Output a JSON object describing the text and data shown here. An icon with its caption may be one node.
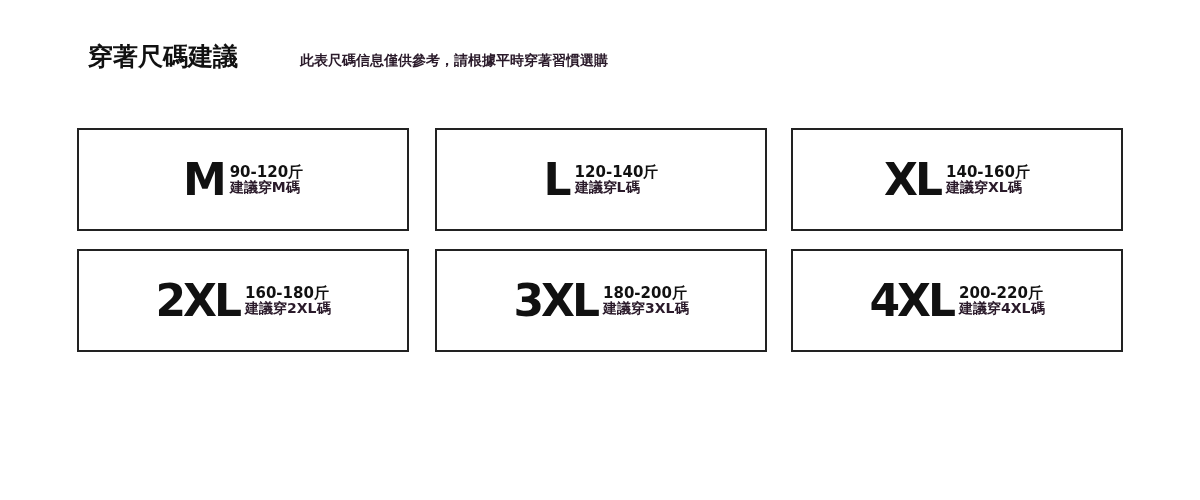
{
  "diagram": {
    "title": "穿著尺碼建議",
    "nodes": [
      {
        "text": [
          "M",
          "90-120斤",
          "建議穿M碼"
        ]
      },
      {
        "text": [
          "L",
          "120-140斤",
          "建議穿L碼"
        ]
      },
      {
        "text": [
          "XL",
          "140-160斤",
          "建議穿XL碼"
        ]
      },
      {
        "text": [
          "2XL",
          "160-180斤",
          "建議穿2XL碼"
        ]
      },
      {
        "text": [
          "3XL",
          "180-200斤",
          "建議穿3XL碼"
        ]
      },
      {
        "text": [
          "4XL",
          "200-220斤",
          "建議穿4XL碼"
        ]
      }
    ],
    "labels": [
      "此表尺碼信息僅供參考，請根據平時穿著習慣選購"
    ]
  }
}
